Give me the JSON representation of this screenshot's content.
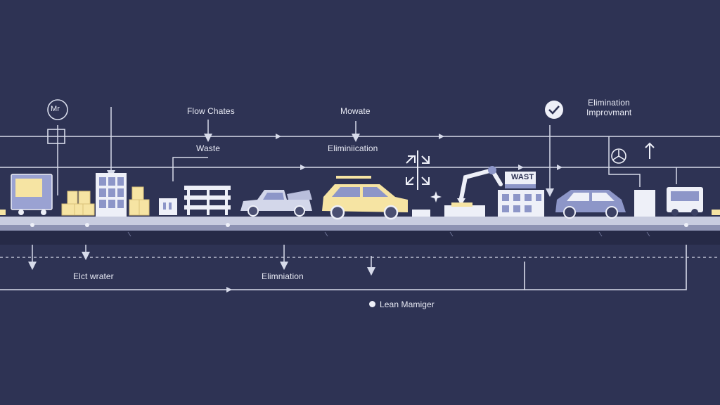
{
  "labels": {
    "flow_charts": "Flow Chates",
    "mowate": "Mowate",
    "elimination_top": "Elimination",
    "improvement": "Improvmant",
    "waste": "Waste",
    "elimination_mid": "Eliminiication",
    "wast_sign": "WAST",
    "monitor_badge": "Mr",
    "elct_water": "Elct wrater",
    "elimination_bottom": "Elimniation",
    "legend": "Lean Mamiger"
  },
  "colors": {
    "background": "#2e3354",
    "line": "#d7dbea",
    "accent_yellow": "#f6e4a3",
    "accent_blue": "#8d96c8",
    "white": "#eef0f8"
  },
  "icons": [
    "monitor-cycle-icon",
    "recycle-arrows-icon",
    "check-circle-icon",
    "fan-icon",
    "up-arrow-icon",
    "sparkle-icon"
  ]
}
